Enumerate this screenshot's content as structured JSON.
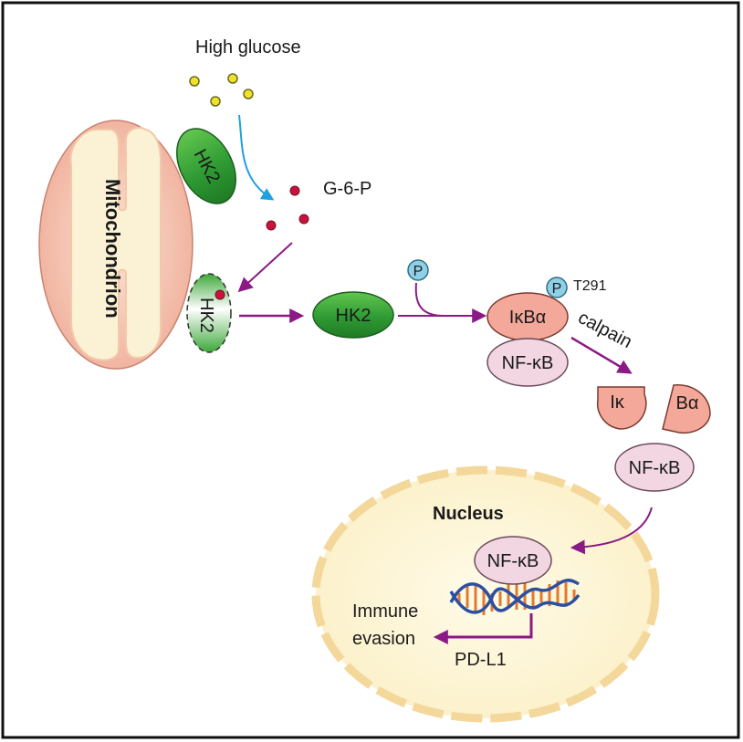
{
  "labels": {
    "high_glucose": "High glucose",
    "g6p": "G-6-P",
    "mitochondrion": "Mitochondrion",
    "hk2_bound": "HK2",
    "hk2_dissociating": "HK2",
    "hk2_free": "HK2",
    "phospho": "P",
    "phospho_site": "P",
    "t291": "T291",
    "ikba": "IκBα",
    "nfkb_complex": "NF-κB",
    "calpain": "calpain",
    "ik_fragment": "Iκ",
    "ba_fragment": "Bα",
    "nfkb_free": "NF-κB",
    "nucleus": "Nucleus",
    "nfkb_nuclear": "NF-κB",
    "immune_line1": "Immune",
    "immune_line2": "evasion",
    "pdl1": "PD-L1"
  },
  "colors": {
    "arrow_purple": "#8b1a86",
    "arrow_blue": "#1fa0e0",
    "glucose_yellow": "#f0e22a",
    "g6p_red": "#c8143c",
    "hk2_green": "#2f9b34",
    "mito_outer": "#f2b8a4",
    "mito_inner": "#fbf2d5",
    "nucleus_fill": "#fcf3d2",
    "nucleus_stroke": "#f4d79a",
    "nfkb_fill": "#f2d6e2",
    "ikba_fill": "#f3a89a",
    "phospho_fill": "#8fd0e6",
    "dna_orange": "#e07a2c",
    "dna_blue": "#2c4fa0"
  }
}
